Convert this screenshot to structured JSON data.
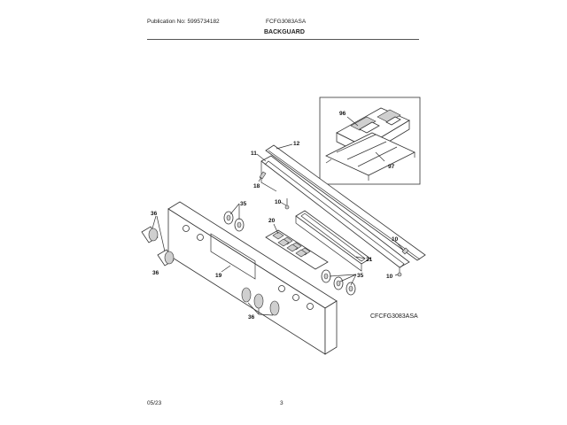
{
  "header": {
    "publication": "Publication No: 5995734182",
    "model": "FCFG3083ASA",
    "section_title": "BACKGUARD"
  },
  "diagram": {
    "callouts": {
      "c96": "96",
      "c97": "97",
      "c12": "12",
      "c11": "11",
      "c18": "18",
      "c10a": "10",
      "c10b": "10",
      "c10c": "10",
      "c36a": "36",
      "c36b": "36",
      "c36c": "36",
      "c35a": "35",
      "c35b": "35",
      "c20": "20",
      "c21": "21",
      "c19": "19"
    },
    "code": "CFCFG3083ASA"
  },
  "footer": {
    "date": "05/23",
    "page": "3"
  }
}
